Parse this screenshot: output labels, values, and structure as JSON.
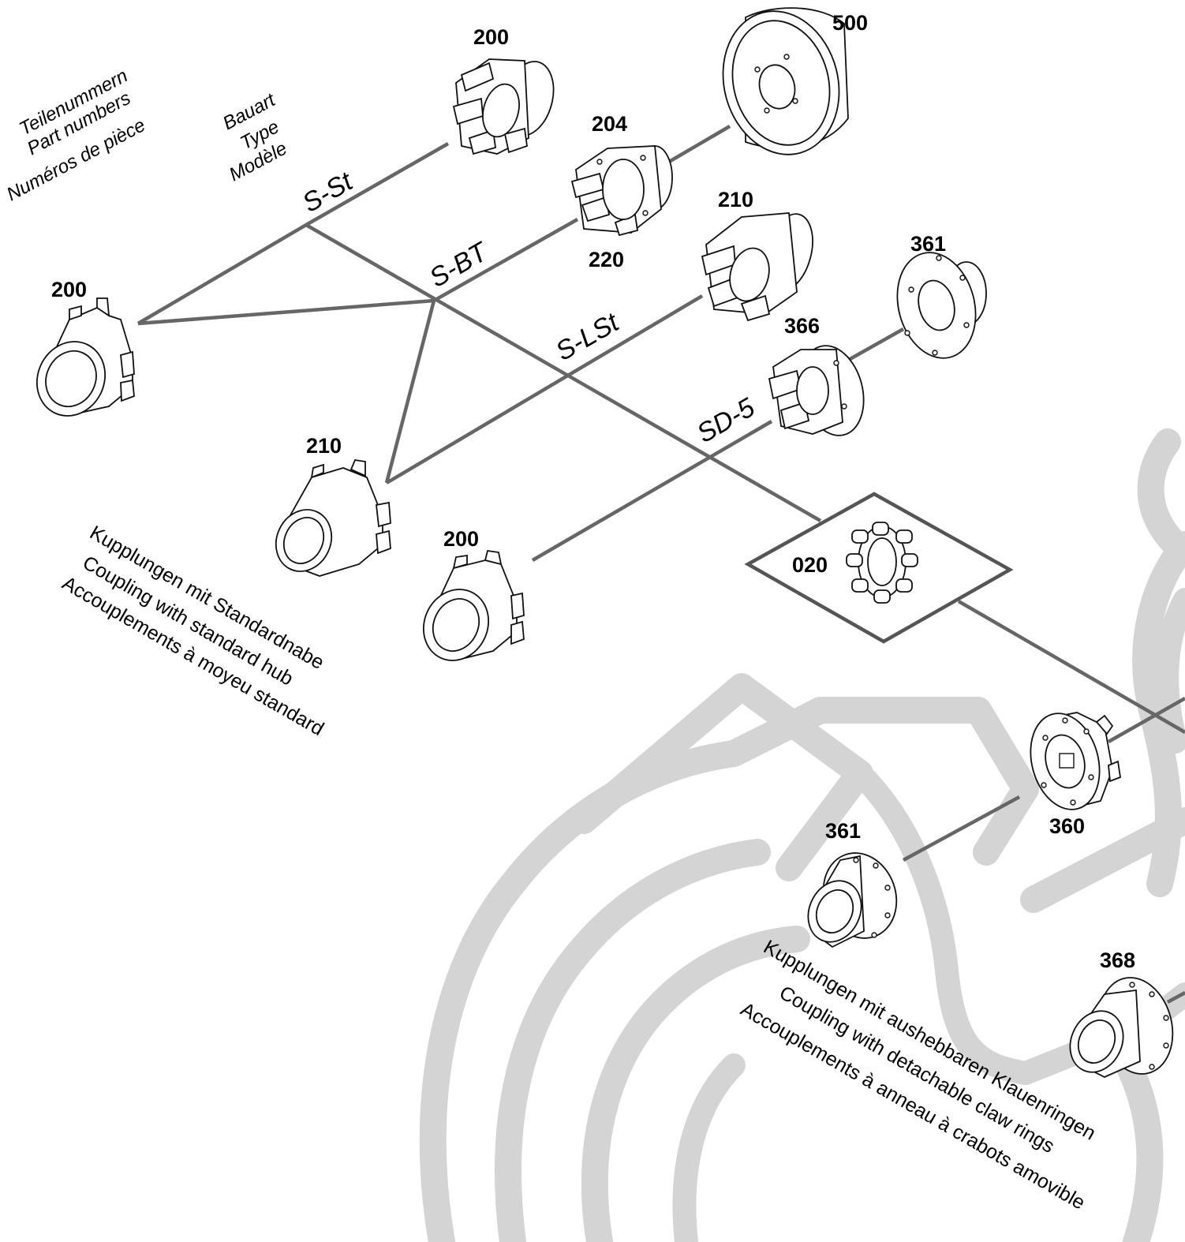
{
  "headers": {
    "part_numbers": [
      "Teilenummern",
      "Part numbers",
      "Numéros de pièce"
    ],
    "type": [
      "Bauart",
      "Type",
      "Modèle"
    ]
  },
  "types": {
    "s_st": "S-St",
    "s_bt": "S-BT",
    "s_lst": "S-LSt",
    "sd_5": "SD-5"
  },
  "parts": {
    "p200_left": "200",
    "p200_top": "200",
    "p204": "204",
    "p220": "220",
    "p500": "500",
    "p210_right": "210",
    "p361_top": "361",
    "p366": "366",
    "p210_left": "210",
    "p200_bottom": "200",
    "p020": "020",
    "p360": "360",
    "p361_bottom": "361",
    "p368": "368"
  },
  "captions": {
    "standard_hub": [
      "Kupplungen mit Standardnabe",
      "Coupling with standard hub",
      "Accouplements à moyeu standard"
    ],
    "detachable_claw": [
      "Kupplungen mit aushebbaren Klauenringen",
      "Coupling with detachable claw rings",
      "Accouplements à anneau à crabots amovible"
    ]
  },
  "colors": {
    "lines": "#666666",
    "watermark": "#d4d4d4",
    "ink": "#111111"
  }
}
